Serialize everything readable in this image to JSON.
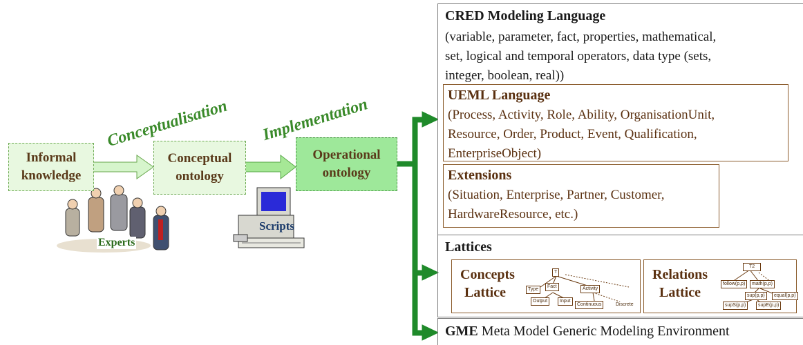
{
  "left": {
    "informal": {
      "line1": "Informal",
      "line2": "knowledge"
    },
    "conceptual": {
      "line1": "Conceptual",
      "line2": "ontology"
    },
    "operational": {
      "line1": "Operational",
      "line2": "ontology"
    },
    "label_conceptualisation": "Conceptualisation",
    "label_implementation": "Implementation",
    "experts_label": "Experts",
    "scripts_label": "Scripts"
  },
  "cred": {
    "title": "CRED Modeling Language",
    "lines": [
      "(variable, parameter, fact, properties, mathematical,",
      "set, logical and temporal operators, data type (sets,",
      "integer, boolean, real))"
    ]
  },
  "ueml": {
    "title": "UEML Language",
    "lines": [
      "(Process, Activity, Role, Ability, OrganisationUnit,",
      "Resource, Order, Product, Event, Qualification,",
      "EnterpriseObject)"
    ]
  },
  "extensions": {
    "title": "Extensions",
    "lines": [
      "(Situation, Enterprise, Partner, Customer,",
      "HardwareResource, etc.)"
    ]
  },
  "lattices": {
    "title": "Lattices",
    "concepts": {
      "line1": "Concepts",
      "line2": "Lattice",
      "nodes": [
        "T",
        "Type",
        "Fact",
        "Output",
        "Input",
        "Activity",
        "Continuous",
        "Discrete"
      ]
    },
    "relations": {
      "line1": "Relations",
      "line2": "Lattice",
      "nodes": [
        "T2",
        "follow(p,p)",
        "math(p,p)",
        "sup(p,p)",
        "equal(p,p)",
        "supS(p,p)",
        "supE(p,p)"
      ]
    }
  },
  "gme": {
    "bold": "GME",
    "rest": " Meta Model Generic Modeling Environment"
  },
  "colors": {
    "connector_green": "#1f8a2a",
    "brown": "#5a3010",
    "label_green": "#3a8a2a"
  }
}
